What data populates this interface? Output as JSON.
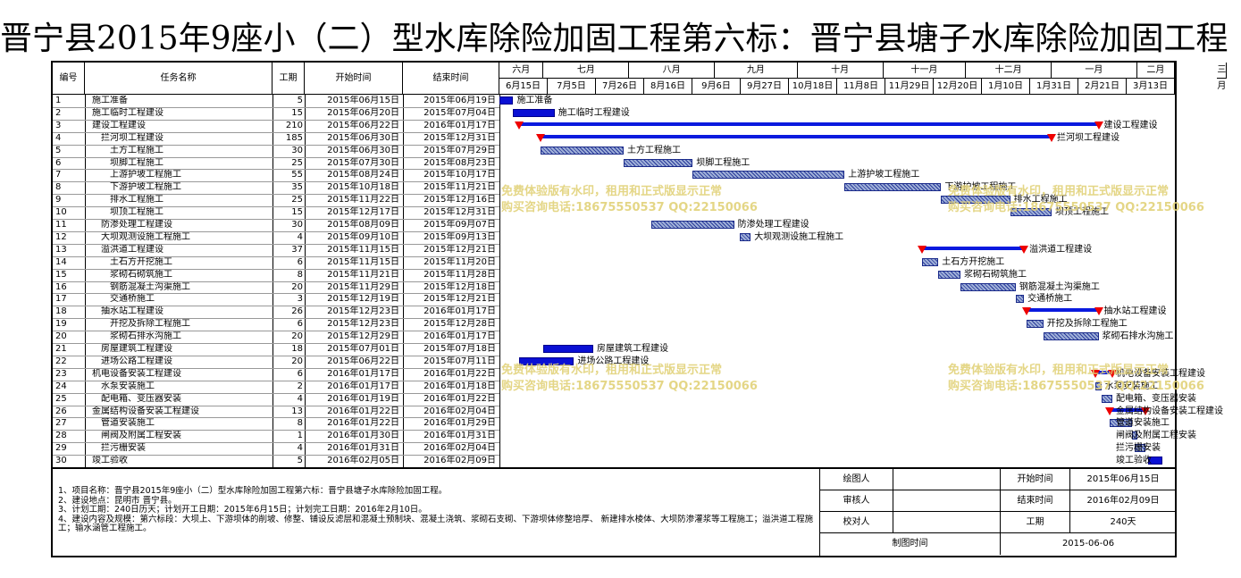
{
  "title": "晋宁县2015年9座小（二）型水库除险加固工程第六标：晋宁县塘子水库除险加固工程",
  "headers": {
    "id": "编号",
    "name": "任务名称",
    "duration": "工期",
    "start": "开始时间",
    "end": "结束时间"
  },
  "months": [
    "六月",
    "七月",
    "八月",
    "九月",
    "十月",
    "十一月",
    "十二月",
    "一月",
    "二月",
    "三月"
  ],
  "weeks": [
    "6月15日",
    "7月5日",
    "7月26日",
    "8月16日",
    "9月6日",
    "9月27日",
    "10月18日",
    "11月8日",
    "11月29日",
    "12月20日",
    "1月10日",
    "1月31日",
    "2月21日",
    "3月13日"
  ],
  "tasks": [
    {
      "id": "1",
      "name": "施工准备",
      "indent": 0,
      "dur": "5",
      "start": "2015年06月15日",
      "end": "2015年06月19日",
      "type": "done",
      "s": 0,
      "e": 5
    },
    {
      "id": "2",
      "name": "施工临时工程建设",
      "indent": 0,
      "dur": "15",
      "start": "2015年06月20日",
      "end": "2015年07月04日",
      "type": "done",
      "s": 5,
      "e": 20
    },
    {
      "id": "3",
      "name": "建设工程建设",
      "indent": 0,
      "dur": "210",
      "start": "2015年06月22日",
      "end": "2016年01月17日",
      "type": "summary",
      "s": 7,
      "e": 217
    },
    {
      "id": "4",
      "name": "拦河坝工程建设",
      "indent": 1,
      "dur": "185",
      "start": "2015年06月30日",
      "end": "2015年12月31日",
      "type": "summary",
      "s": 15,
      "e": 200
    },
    {
      "id": "5",
      "name": "土方工程施工",
      "indent": 2,
      "dur": "30",
      "start": "2015年06月30日",
      "end": "2015年07月29日",
      "type": "task",
      "s": 15,
      "e": 45
    },
    {
      "id": "6",
      "name": "坝脚工程施工",
      "indent": 2,
      "dur": "25",
      "start": "2015年07月30日",
      "end": "2015年08月23日",
      "type": "task",
      "s": 45,
      "e": 70
    },
    {
      "id": "7",
      "name": "上游护坡工程施工",
      "indent": 2,
      "dur": "55",
      "start": "2015年08月24日",
      "end": "2015年10月17日",
      "type": "task",
      "s": 70,
      "e": 125
    },
    {
      "id": "8",
      "name": "下游护坡工程施工",
      "indent": 2,
      "dur": "35",
      "start": "2015年10月18日",
      "end": "2015年11月21日",
      "type": "task",
      "s": 125,
      "e": 160
    },
    {
      "id": "9",
      "name": "排水工程施工",
      "indent": 2,
      "dur": "25",
      "start": "2015年11月22日",
      "end": "2015年12月16日",
      "type": "task",
      "s": 160,
      "e": 185
    },
    {
      "id": "10",
      "name": "坝顶工程施工",
      "indent": 2,
      "dur": "15",
      "start": "2015年12月17日",
      "end": "2015年12月31日",
      "type": "task",
      "s": 185,
      "e": 200
    },
    {
      "id": "11",
      "name": "防渗处理工程建设",
      "indent": 1,
      "dur": "30",
      "start": "2015年08月09日",
      "end": "2015年09月07日",
      "type": "task",
      "s": 55,
      "e": 85
    },
    {
      "id": "12",
      "name": "大坝观测设施工程施工",
      "indent": 1,
      "dur": "4",
      "start": "2015年09月10日",
      "end": "2015年09月13日",
      "type": "task",
      "s": 87,
      "e": 91
    },
    {
      "id": "13",
      "name": "溢洪道工程建设",
      "indent": 1,
      "dur": "37",
      "start": "2015年11月15日",
      "end": "2015年12月21日",
      "type": "summary",
      "s": 153,
      "e": 190
    },
    {
      "id": "14",
      "name": "土石方开挖施工",
      "indent": 2,
      "dur": "6",
      "start": "2015年11月15日",
      "end": "2015年11月20日",
      "type": "task",
      "s": 153,
      "e": 159
    },
    {
      "id": "15",
      "name": "浆砌石砌筑施工",
      "indent": 2,
      "dur": "8",
      "start": "2015年11月21日",
      "end": "2015年11月28日",
      "type": "task",
      "s": 159,
      "e": 167
    },
    {
      "id": "16",
      "name": "钢筋混凝土沟渠施工",
      "indent": 2,
      "dur": "20",
      "start": "2015年11月29日",
      "end": "2015年12月18日",
      "type": "task",
      "s": 167,
      "e": 187
    },
    {
      "id": "17",
      "name": "交通桥施工",
      "indent": 2,
      "dur": "3",
      "start": "2015年12月19日",
      "end": "2015年12月21日",
      "type": "task",
      "s": 187,
      "e": 190
    },
    {
      "id": "18",
      "name": "抽水站工程建设",
      "indent": 1,
      "dur": "26",
      "start": "2015年12月23日",
      "end": "2016年01月17日",
      "type": "summary",
      "s": 191,
      "e": 217
    },
    {
      "id": "19",
      "name": "开挖及拆除工程施工",
      "indent": 2,
      "dur": "6",
      "start": "2015年12月23日",
      "end": "2015年12月28日",
      "type": "task",
      "s": 191,
      "e": 197
    },
    {
      "id": "20",
      "name": "浆砌石排水沟施工",
      "indent": 2,
      "dur": "20",
      "start": "2015年12月29日",
      "end": "2016年01月17日",
      "type": "task",
      "s": 197,
      "e": 217
    },
    {
      "id": "21",
      "name": "房屋建筑工程建设",
      "indent": 1,
      "dur": "18",
      "start": "2015年07月01日",
      "end": "2015年07月18日",
      "type": "done",
      "s": 16,
      "e": 34
    },
    {
      "id": "22",
      "name": "进场公路工程建设",
      "indent": 1,
      "dur": "20",
      "start": "2015年06月22日",
      "end": "2015年07月11日",
      "type": "done",
      "s": 7,
      "e": 27
    },
    {
      "id": "23",
      "name": "机电设备安装工程建设",
      "indent": 0,
      "dur": "6",
      "start": "2016年01月17日",
      "end": "2016年01月22日",
      "type": "summary",
      "s": 216,
      "e": 222
    },
    {
      "id": "24",
      "name": "水泵安装施工",
      "indent": 1,
      "dur": "2",
      "start": "2016年01月17日",
      "end": "2016年01月18日",
      "type": "task",
      "s": 216,
      "e": 218
    },
    {
      "id": "25",
      "name": "配电箱、变压器安装",
      "indent": 1,
      "dur": "4",
      "start": "2016年01月19日",
      "end": "2016年01月22日",
      "type": "task",
      "s": 218,
      "e": 222
    },
    {
      "id": "26",
      "name": "金属结构设备安装工程建设",
      "indent": 0,
      "dur": "13",
      "start": "2016年01月22日",
      "end": "2016年02月04日",
      "type": "summary",
      "s": 221,
      "e": 234
    },
    {
      "id": "27",
      "name": "管道安装施工",
      "indent": 1,
      "dur": "8",
      "start": "2016年01月22日",
      "end": "2016年01月29日",
      "type": "task",
      "s": 221,
      "e": 229
    },
    {
      "id": "28",
      "name": "闸阀及附属工程安装",
      "indent": 1,
      "dur": "1",
      "start": "2016年01月30日",
      "end": "2016年01月31日",
      "type": "task",
      "s": 229,
      "e": 231
    },
    {
      "id": "29",
      "name": "拦污栅安装",
      "indent": 1,
      "dur": "4",
      "start": "2016年01月31日",
      "end": "2016年02月04日",
      "type": "task",
      "s": 230,
      "e": 234
    },
    {
      "id": "30",
      "name": "竣工验收",
      "indent": 0,
      "dur": "5",
      "start": "2016年02月05日",
      "end": "2016年02月09日",
      "type": "done",
      "s": 235,
      "e": 240
    }
  ],
  "watermark": {
    "line1": "免费体验版有水印，租用和正式版显示正常",
    "line2": "购买咨询电话:18675550537 QQ:22150066"
  },
  "notes": [
    "1、项目名称：晋宁县2015年9座小（二）型水库除险加固工程第六标：晋宁县塘子水库除险加固工程。",
    "2、建设地点：昆明市 晋宁县。",
    "3、计划工期：240日历天；计划开工日期：2015年6月15日；计划完工日期：2016年2月10日。",
    "4、建设内容及规模：第六标段：大坝上、下游坝体的削坡、修整、铺设反滤层和混凝土预制块、混凝土浇筑、浆砌石支砌、下游坝体修整培厚、 新建排水棱体、大坝防渗灌浆等工程施工；溢洪道工程施工；输水涵管工程施工。"
  ],
  "sign": {
    "drawer": "绘图人",
    "reviewer": "审核人",
    "checker": "校对人",
    "draw_time": "制图时间",
    "start_label": "开始时间",
    "start_val": "2015年06月15日",
    "end_label": "结束时间",
    "end_val": "2016年02月09日",
    "dur_label": "工期",
    "dur_val": "240天",
    "date_val": "2015-06-06"
  }
}
